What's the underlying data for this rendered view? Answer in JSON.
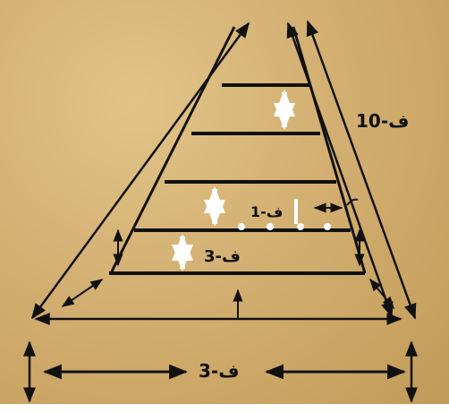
{
  "colors": {
    "ink": "#111111",
    "sand": "#d4b174",
    "highlight": "#ffffff"
  },
  "labels": {
    "overall_length": "10-ف",
    "base_width": "3-ف",
    "rung_spacing": "1-ف",
    "bottom_section": "3-ف"
  }
}
